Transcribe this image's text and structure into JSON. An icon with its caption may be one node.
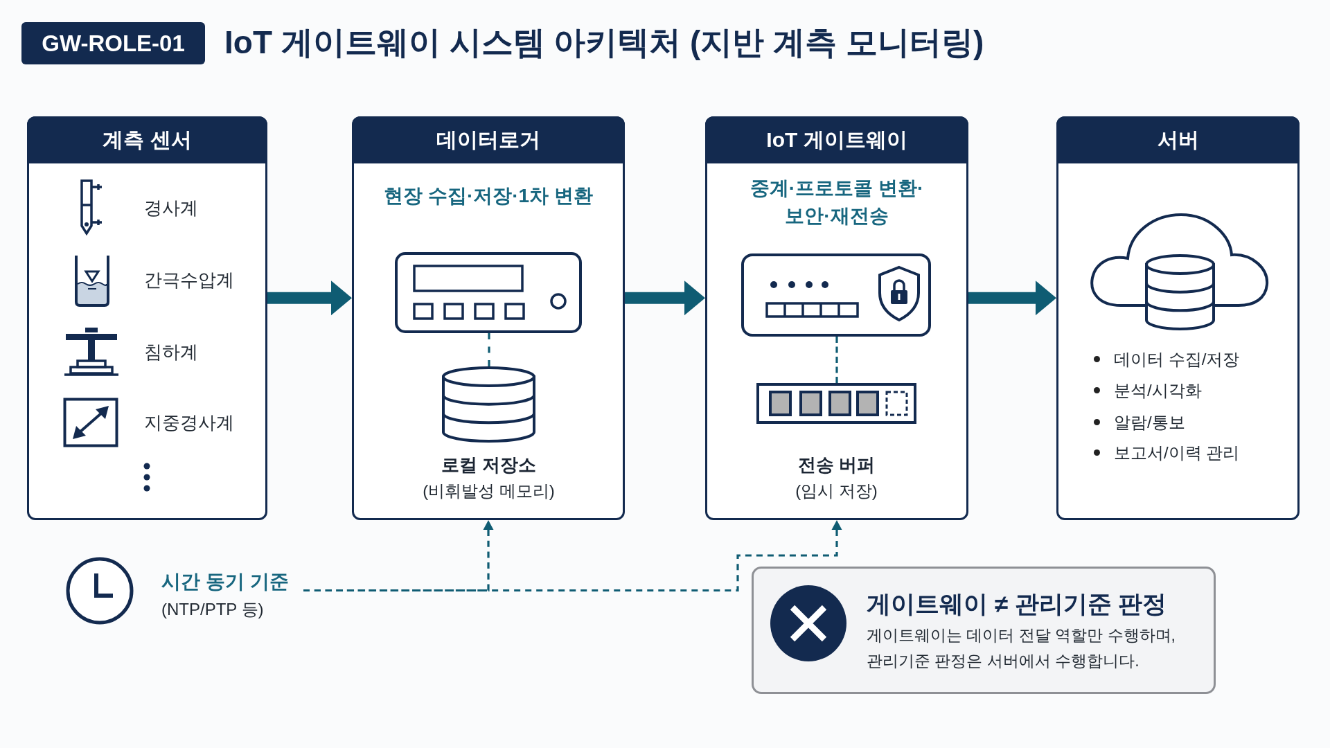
{
  "diagram": {
    "title": "IoT 게이트웨이 시스템 아키텍처 (지반 계측 모니터링)",
    "nodes": [
      {
        "text": [
          "GW-ROLE-01"
        ]
      },
      {
        "text": [
          "계측 센서",
          "경사계",
          "간극수압계",
          "침하계",
          "지중경사계"
        ]
      },
      {
        "text": [
          "데이터로거",
          "현장 수집·저장·1차 변환"
        ]
      },
      {
        "text": [],
        "shape": "picture",
        "in": 2
      },
      {
        "text": [],
        "shape": "cylinder",
        "in": 2,
        "beside": [
          "로컬 저장소",
          "(비휘발성 메모리)"
        ]
      },
      {
        "text": [
          "IoT 게이트웨이",
          "중계·프로토콜 변환· 보안·재전송"
        ]
      },
      {
        "text": [],
        "shape": "picture",
        "in": 5
      },
      {
        "text": [],
        "shape": "box",
        "in": 5,
        "beside": [
          "전송 버퍼",
          "(임시 저장)"
        ]
      },
      {
        "text": [
          "서버",
          "데이터 수집/저장",
          "분석/시각화",
          "알람/통보",
          "보고서/이력 관리"
        ]
      },
      {
        "text": [
          "시간 동기 기준",
          "(NTP/PTP 등)"
        ]
      },
      {
        "text": [
          "게이트웨이 ≠ 관리기준 판정",
          "게이트웨이는 데이터 전달 역할만 수행하며, 관리기준 판정은 서버에서 수행합니다."
        ]
      }
    ],
    "edges": [
      {
        "from": 1,
        "to": 2,
        "arrow": "to",
        "style": "thick"
      },
      {
        "from": 2,
        "to": 5,
        "arrow": "to",
        "style": "thick"
      },
      {
        "from": 5,
        "to": 8,
        "arrow": "to",
        "style": "thick"
      },
      {
        "from": 3,
        "to": 4,
        "arrow": "none",
        "style": "dashed"
      },
      {
        "from": 6,
        "to": 7,
        "arrow": "none",
        "style": "dashed"
      },
      {
        "from": 9,
        "to": 2,
        "arrow": "to",
        "style": "dashed"
      },
      {
        "from": 9,
        "to": 5,
        "arrow": "to",
        "style": "dashed"
      }
    ]
  }
}
